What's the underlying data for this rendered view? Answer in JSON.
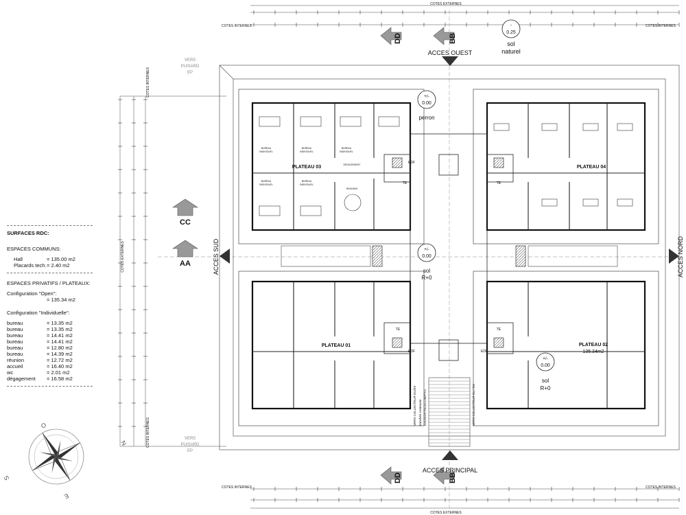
{
  "header": {
    "cotes_externes": "COTES EXTERNES",
    "cotes_internes": "COTES INTERNES"
  },
  "markers": {
    "dd": "DD",
    "bb": "BB",
    "cc": "CC",
    "aa": "AA"
  },
  "access": {
    "ouest": "ACCES OUEST",
    "principal": "ACCES PRINCIPAL",
    "sud": "ACCES SUD",
    "nord": "ACCES NORD"
  },
  "level_marks": {
    "ground_minus": "-",
    "ground_value": "0.25",
    "ground_label": "sol",
    "ground_label2": "naturel",
    "pm": "+/-",
    "zero": "0.00",
    "perron": "perron",
    "sol": "sol",
    "r0": "R+0"
  },
  "puisard": {
    "line1": "VERS",
    "line2": "PUISARD",
    "line3": "EP"
  },
  "plateaux": {
    "p01": "PLATEAU 01",
    "p02": "PLATEAU 02",
    "p02_area": "135.34m2",
    "p03": "PLATEAU 03",
    "p04": "PLATEAU 04"
  },
  "rooms": {
    "te": "TE",
    "edf": "EDF",
    "bureau": "BUREAU",
    "individuel": "INDIVIDUEL",
    "degagement": "DEGAGEMENT",
    "reunion": "REUNION"
  },
  "collector": {
    "left": "VERS COLLECTEUR EU/EV",
    "left2": "tranchée commune",
    "left3": "EAU/EDF/TELECOM/PTO",
    "right": "VERS COLLECTEUR EU / EV"
  },
  "compass": {
    "n": "N",
    "s": "S",
    "e": "E",
    "o": "O"
  },
  "legend": {
    "title": "SURFACES RDC:",
    "communs_title": "ESPACES COMMUNS:",
    "communs": [
      {
        "k": "Hall",
        "v": "= 135.00 m2"
      },
      {
        "k": "Placards tech.",
        "v": "=   2.40 m2"
      }
    ],
    "privatifs_title": "ESPACES PRIVATIFS / PLATEAUX:",
    "open_label": "Configuration \"Open\":",
    "open_value": "= 135.34 m2",
    "indiv_label": "Configuration \"Individuelle\":",
    "indiv": [
      {
        "k": "bureau",
        "v": "= 13.35 m2"
      },
      {
        "k": "bureau",
        "v": "= 13.35 m2"
      },
      {
        "k": "bureau",
        "v": "= 14.41 m2"
      },
      {
        "k": "bureau",
        "v": "= 14.41 m2"
      },
      {
        "k": "bureau",
        "v": "= 12.80 m2"
      },
      {
        "k": "bureau",
        "v": "= 14.39 m2"
      },
      {
        "k": "réunion",
        "v": "= 12.72 m2"
      },
      {
        "k": "accueil",
        "v": "= 16.40 m2"
      },
      {
        "k": "wc",
        "v": "=   2.01 m2"
      },
      {
        "k": "dégagement",
        "v": "= 16.58 m2"
      }
    ]
  }
}
